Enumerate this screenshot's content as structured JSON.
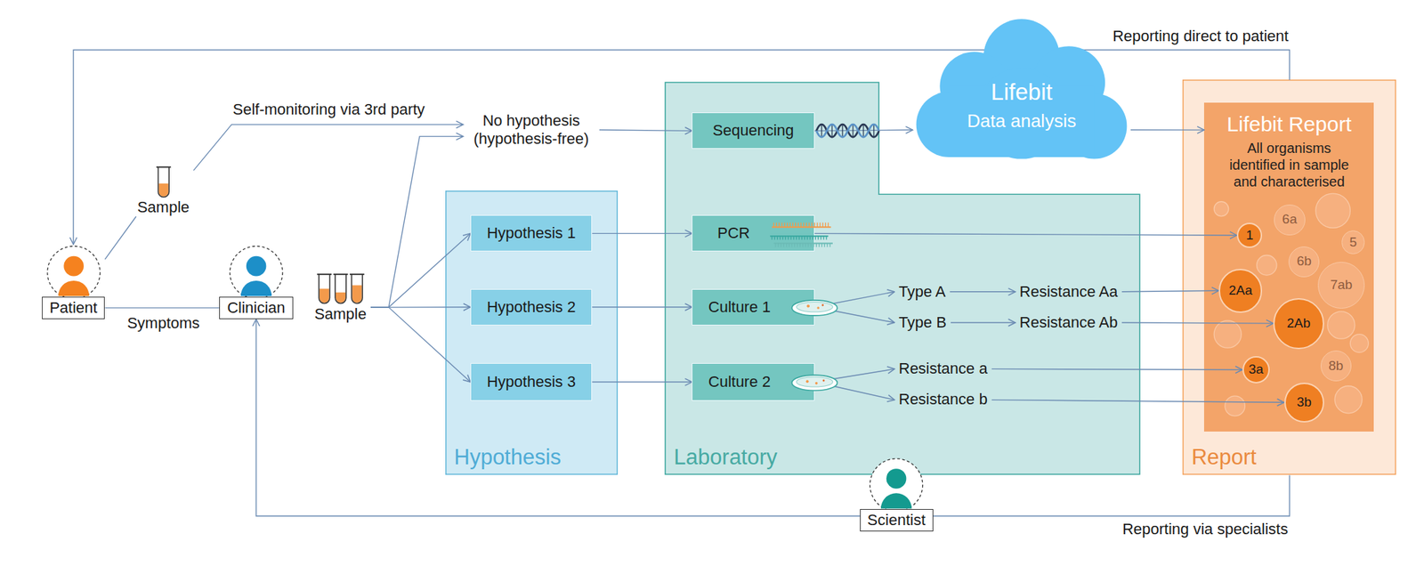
{
  "diagram": {
    "nodes": [
      {
        "text": [
          "Patient"
        ]
      },
      {
        "text": [
          "Sample"
        ]
      },
      {
        "text": [
          "Clinician"
        ]
      },
      {
        "text": [
          "Sample"
        ]
      },
      {
        "text": [
          "No hypothesis (hypothesis-free)"
        ]
      },
      {
        "text": [
          "Hypothesis"
        ]
      },
      {
        "text": [
          "Hypothesis 1"
        ],
        "in": 5
      },
      {
        "text": [
          "Hypothesis 2"
        ],
        "in": 5
      },
      {
        "text": [
          "Hypothesis 3"
        ],
        "in": 5
      },
      {
        "text": [
          "Laboratory"
        ]
      },
      {
        "text": [
          "Sequencing"
        ],
        "in": 9
      },
      {
        "text": [
          "PCR"
        ],
        "in": 9
      },
      {
        "text": [
          "Culture 1"
        ],
        "in": 9
      },
      {
        "text": [
          "Culture 2"
        ],
        "in": 9
      },
      {
        "text": [
          "Type A"
        ],
        "in": 9
      },
      {
        "text": [
          "Resistance Aa"
        ],
        "in": 9
      },
      {
        "text": [
          "Type B"
        ],
        "in": 9
      },
      {
        "text": [
          "Resistance Ab"
        ],
        "in": 9
      },
      {
        "text": [
          "Resistance a"
        ],
        "in": 9
      },
      {
        "text": [
          "Resistance b"
        ],
        "in": 9
      },
      {
        "text": [
          "Lifebit",
          "Data analysis"
        ]
      },
      {
        "text": [
          "Report"
        ]
      },
      {
        "text": [
          "Lifebit Report",
          "All organisms identified in sample and characterised"
        ],
        "in": 21
      },
      {
        "text": [
          "1"
        ],
        "in": 22
      },
      {
        "text": [
          "6a"
        ],
        "in": 22
      },
      {
        "text": [
          "5"
        ],
        "in": 22
      },
      {
        "text": [
          "6b"
        ],
        "in": 22
      },
      {
        "text": [
          "2Aa"
        ],
        "in": 22
      },
      {
        "text": [
          "7ab"
        ],
        "in": 22
      },
      {
        "text": [
          "2Ab"
        ],
        "in": 22
      },
      {
        "text": [
          "3a"
        ],
        "in": 22
      },
      {
        "text": [
          "8b"
        ],
        "in": 22
      },
      {
        "text": [
          "3b"
        ],
        "in": 22
      },
      {
        "text": [
          "Scientist"
        ]
      }
    ],
    "edges": [
      {
        "from": 0,
        "to": 1,
        "arrow": "none"
      },
      {
        "from": 0,
        "to": 2,
        "label": "Symptoms",
        "arrow": "none"
      },
      {
        "from": 1,
        "to": 4,
        "label": "Self-monitoring via 3rd party",
        "arrow": "to"
      },
      {
        "from": 3,
        "to": 4,
        "arrow": "to"
      },
      {
        "from": 3,
        "to": 6,
        "arrow": "to"
      },
      {
        "from": 3,
        "to": 7,
        "arrow": "to"
      },
      {
        "from": 3,
        "to": 8,
        "arrow": "to"
      },
      {
        "from": 4,
        "to": 10,
        "arrow": "to"
      },
      {
        "from": 10,
        "to": 20,
        "arrow": "to"
      },
      {
        "from": 20,
        "to": 22,
        "arrow": "to"
      },
      {
        "from": 6,
        "to": 11,
        "arrow": "to"
      },
      {
        "from": 7,
        "to": 12,
        "arrow": "to"
      },
      {
        "from": 8,
        "to": 13,
        "arrow": "to"
      },
      {
        "from": 11,
        "to": 23,
        "arrow": "to"
      },
      {
        "from": 12,
        "to": 14,
        "arrow": "to"
      },
      {
        "from": 12,
        "to": 16,
        "arrow": "to"
      },
      {
        "from": 14,
        "to": 15,
        "arrow": "to"
      },
      {
        "from": 16,
        "to": 17,
        "arrow": "to"
      },
      {
        "from": 15,
        "to": 27,
        "arrow": "to"
      },
      {
        "from": 17,
        "to": 29,
        "arrow": "to"
      },
      {
        "from": 13,
        "to": 18,
        "arrow": "to"
      },
      {
        "from": 13,
        "to": 19,
        "arrow": "to"
      },
      {
        "from": 18,
        "to": 30,
        "arrow": "to"
      },
      {
        "from": 19,
        "to": 32,
        "arrow": "to"
      },
      {
        "from": 21,
        "to": 0,
        "label": "Reporting direct to patient",
        "arrow": "to"
      },
      {
        "from": 21,
        "to": 2,
        "label": "Reporting via specialists",
        "arrow": "to"
      }
    ]
  }
}
